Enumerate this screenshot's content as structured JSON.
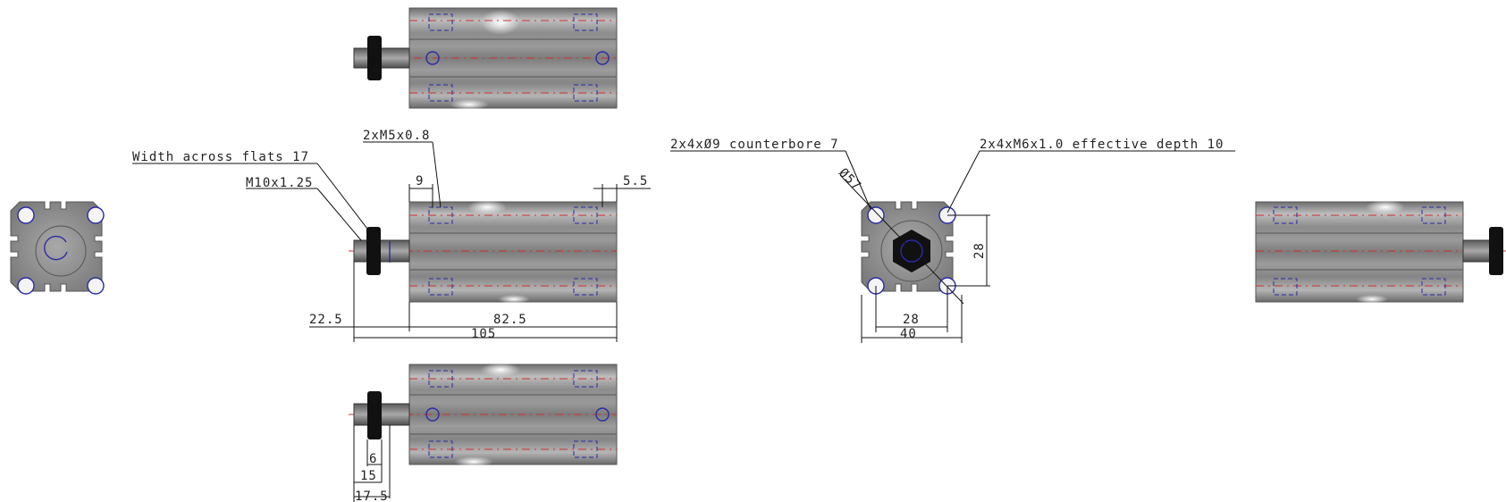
{
  "callouts": {
    "width_across_flats": "Width across flats 17",
    "rod_thread": "M10x1.25",
    "side_ports": "2xM5x0.8",
    "counterbore": "2x4xØ9 counterbore 7",
    "mount_thread": "2x4xM6x1.0 effective depth 10",
    "diameter_label": "Ø57"
  },
  "dimensions": {
    "port_offset": "9",
    "end_offset": "5.5",
    "rod_extension": "22.5",
    "body_length": "82.5",
    "overall_length": "105",
    "hole_pitch_vertical": "28",
    "hole_pitch_horizontal": "28",
    "body_width": "40",
    "nut_thickness": "6",
    "rod_to_nut": "15",
    "rod_to_body": "17.5"
  },
  "colors": {
    "centerline": "#d03030",
    "hidden_line": "#2a2aa8",
    "body_gray": "#8a8a8a",
    "nut_black": "#111111"
  }
}
